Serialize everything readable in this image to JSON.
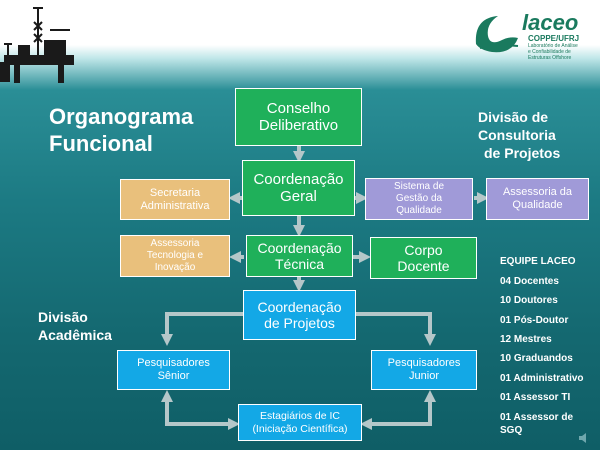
{
  "logo": {
    "name": "laceo",
    "subtitle": "COPPE/UFRJ",
    "line1": "Laboratório de Análise",
    "line2": "e Confiabilidade de",
    "line3": "Estruturas Offshore"
  },
  "title": {
    "line1": "Organograma",
    "line2": "Funcional"
  },
  "divisao_consultoria": {
    "line1": "Divisão de",
    "line2": "Consultoria",
    "line3": "de Projetos"
  },
  "divisao_academica": {
    "line1": "Divisão",
    "line2": "Acadêmica"
  },
  "boxes": {
    "conselho": {
      "line1": "Conselho",
      "line2": "Deliberativo"
    },
    "coord_geral": {
      "line1": "Coordenação",
      "line2": "Geral"
    },
    "secretaria": {
      "line1": "Secretaria",
      "line2": "Administrativa"
    },
    "sgq": {
      "line1": "Sistema de",
      "line2": "Gestão da",
      "line3": "Qualidade"
    },
    "assessoria_qualidade": {
      "line1": "Assessoria da",
      "line2": "Qualidade"
    },
    "assessoria_ti": {
      "line1": "Assessoria",
      "line2": "Tecnologia e",
      "line3": "Inovação"
    },
    "coord_tecnica": {
      "line1": "Coordenação",
      "line2": "Técnica"
    },
    "corpo_docente": {
      "line1": "Corpo",
      "line2": "Docente"
    },
    "coord_projetos": {
      "line1": "Coordenação",
      "line2": "de Projetos"
    },
    "pesq_senior": {
      "line1": "Pesquisadores",
      "line2": "Sênior"
    },
    "pesq_junior": {
      "line1": "Pesquisadores",
      "line2": "Junior"
    },
    "estagiarios": {
      "line1": "Estagiários de IC",
      "line2": "(Iniciação Científica)"
    }
  },
  "team": {
    "heading": "EQUIPE LACEO",
    "items": [
      "04 Docentes",
      "10 Doutores",
      "01 Pós-Doutor",
      "12 Mestres",
      "10 Graduandos",
      "01 Administrativo",
      "01 Assessor TI",
      "01 Assessor de",
      "SGQ"
    ]
  },
  "colors": {
    "green": "#1fb05a",
    "tan": "#e9c07c",
    "lavender": "#a09ad8",
    "blue": "#13a8e6",
    "arrow": "#b5c7c9",
    "logo": "#1a7a5e"
  }
}
